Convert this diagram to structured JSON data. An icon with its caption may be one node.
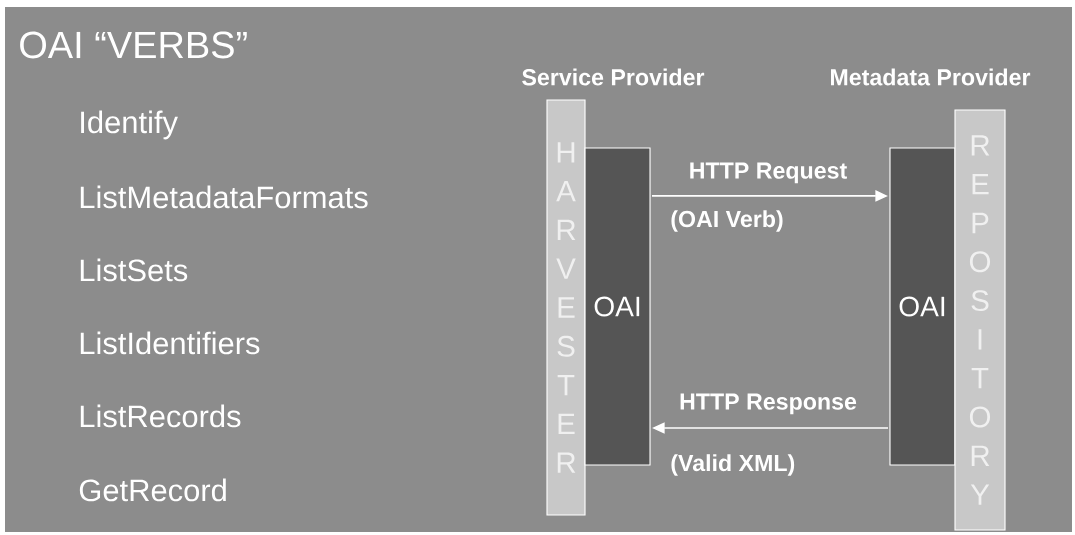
{
  "diagram": {
    "title": "OAI “VERBS”",
    "nodes": [
      {
        "text": [
          "Service Provider",
          "HARVESTER"
        ]
      },
      {
        "text": [
          "OAI"
        ]
      },
      {
        "text": [
          "OAI"
        ]
      },
      {
        "text": [
          "Metadata Provider",
          "REPOSITORY"
        ]
      }
    ],
    "edges": [
      {
        "from": 1,
        "to": 2,
        "arrow": "to",
        "label": "HTTP Request"
      },
      {
        "from": 2,
        "to": 1,
        "arrow": "to",
        "label": "HTTP Response"
      }
    ],
    "labels": [
      "Identify",
      "ListMetadataFormats",
      "ListSets",
      "ListIdentifiers",
      "ListRecords",
      "GetRecord",
      "(OAI Verb)",
      "(Valid XML)"
    ]
  }
}
